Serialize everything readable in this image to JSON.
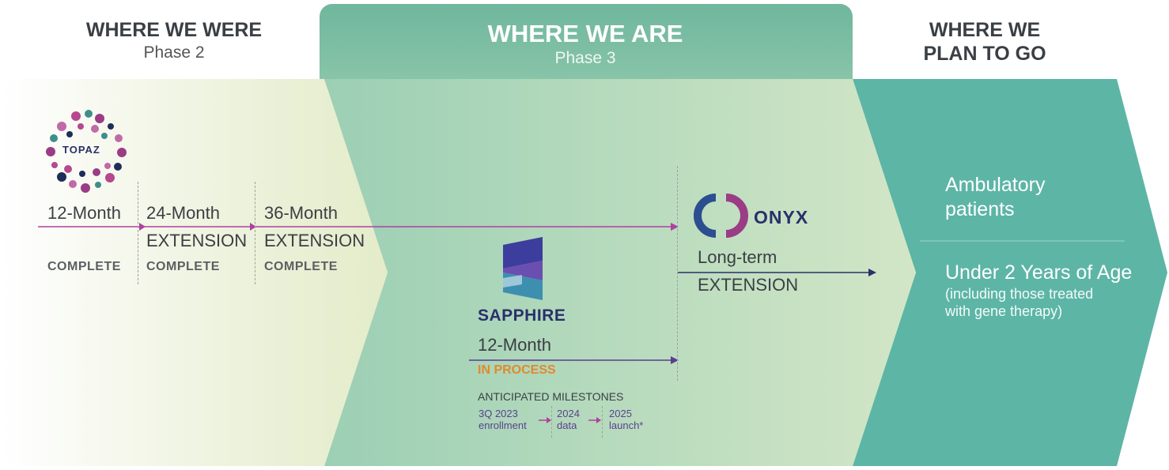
{
  "headers": {
    "were_title": "WHERE WE WERE",
    "were_phase": "Phase 2",
    "are_title": "WHERE WE ARE",
    "are_phase": "Phase 3",
    "plan_line1": "WHERE WE",
    "plan_line2": "PLAN TO GO"
  },
  "topaz": {
    "logo_text": "TOPAZ",
    "milestones": [
      {
        "line1": "12-Month",
        "line2": "",
        "status": "COMPLETE"
      },
      {
        "line1": "24-Month",
        "line2": "EXTENSION",
        "status": "COMPLETE"
      },
      {
        "line1": "36-Month",
        "line2": "EXTENSION",
        "status": "COMPLETE"
      }
    ]
  },
  "sapphire": {
    "logo_text": "SAPPHIRE",
    "duration": "12-Month",
    "status": "IN PROCESS",
    "anticipated_label": "ANTICIPATED MILESTONES",
    "milestones": [
      {
        "when": "3Q 2023",
        "what": "enrollment"
      },
      {
        "when": "2024",
        "what": "data"
      },
      {
        "when": "2025",
        "what": "launch*"
      }
    ]
  },
  "onyx": {
    "logo_text": "ONYX",
    "line1": "Long-term",
    "line2": "EXTENSION"
  },
  "plan": {
    "item1_line1": "Ambulatory",
    "item1_line2": "patients",
    "item2_title": "Under 2 Years of Age",
    "item2_sub1": "(including those treated",
    "item2_sub2": "with gene therapy)"
  },
  "colors": {
    "teal_dark": "#5db5a6",
    "header_green": "#7fbea6",
    "arrow_purple": "#b040a0",
    "arrow_navy": "#2b2f6b",
    "in_process_orange": "#e08a2c"
  }
}
